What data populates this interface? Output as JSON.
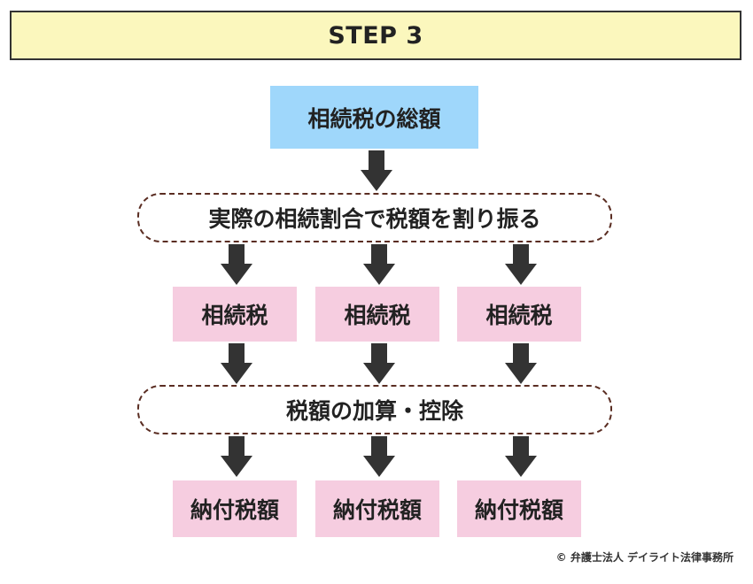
{
  "header": {
    "title": "STEP 3"
  },
  "flow": {
    "total": "相続税の総額",
    "allocate": "実際の相続割合で税額を割り振る",
    "shares": [
      "相続税",
      "相続税",
      "相続税"
    ],
    "adjust": "税額の加算・控除",
    "final": [
      "納付税額",
      "納付税額",
      "納付税額"
    ]
  },
  "footer": {
    "copyright": "© 弁護士法人 デイライト法律事務所"
  },
  "colors": {
    "header_bg": "#fbf7bd",
    "total_box": "#9fd7fb",
    "share_box": "#f6cde0",
    "dashed_border": "#5a2d22",
    "arrow": "#333333"
  }
}
